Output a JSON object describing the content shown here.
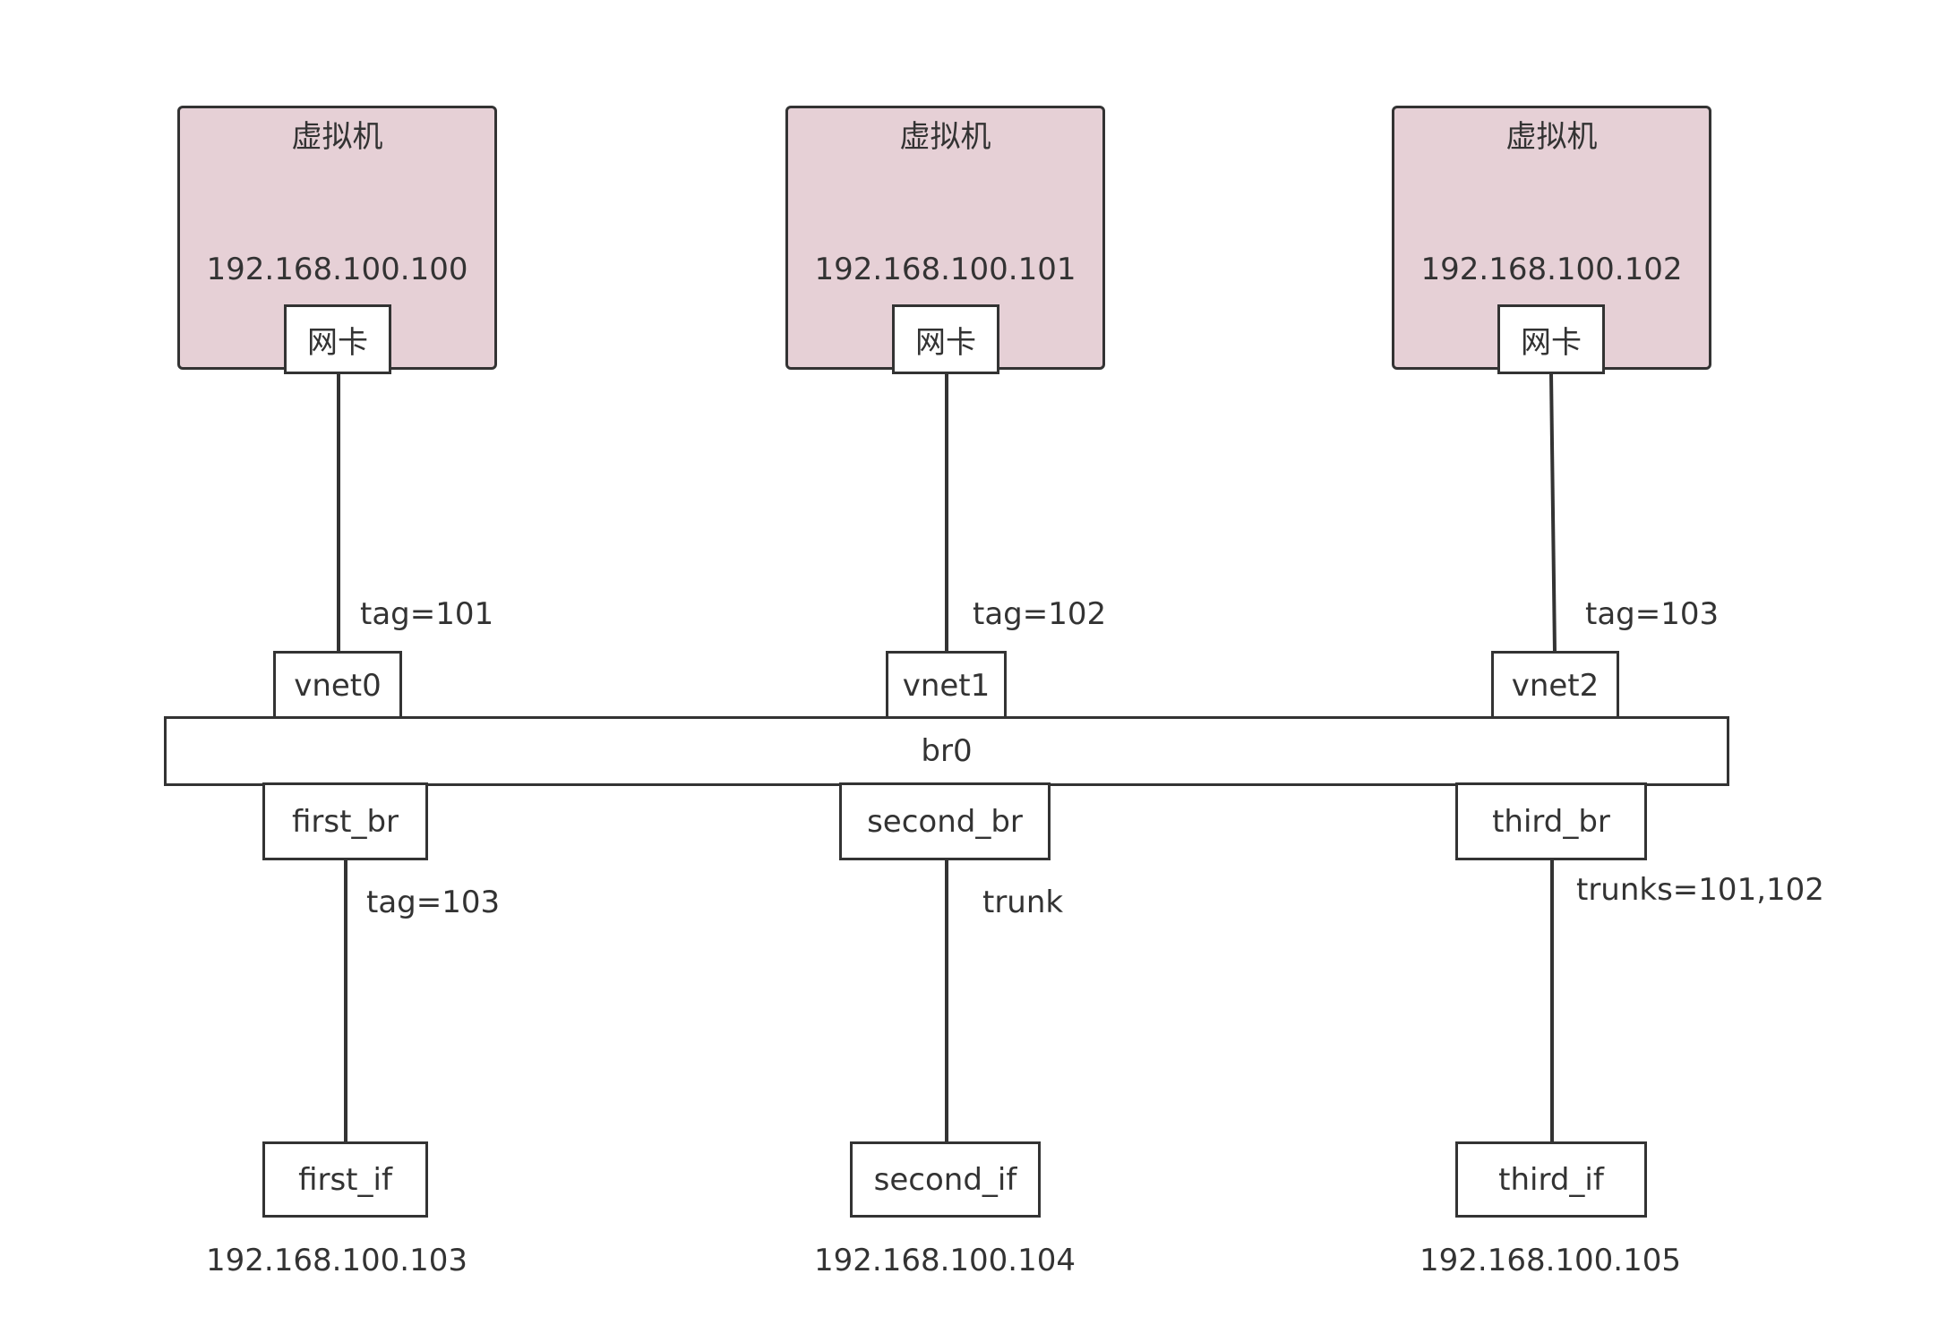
{
  "vms": [
    {
      "title": "虚拟机",
      "ip": "192.168.100.100",
      "nic": "网卡"
    },
    {
      "title": "虚拟机",
      "ip": "192.168.100.101",
      "nic": "网卡"
    },
    {
      "title": "虚拟机",
      "ip": "192.168.100.102",
      "nic": "网卡"
    }
  ],
  "vnets": [
    {
      "name": "vnet0",
      "tag": "tag=101"
    },
    {
      "name": "vnet1",
      "tag": "tag=102"
    },
    {
      "name": "vnet2",
      "tag": "tag=103"
    }
  ],
  "bridge": {
    "name": "br0"
  },
  "ports": [
    {
      "name": "first_br",
      "mode": "tag=103",
      "iface": "first_if",
      "ip": "192.168.100.103"
    },
    {
      "name": "second_br",
      "mode": "trunk",
      "iface": "second_if",
      "ip": "192.168.100.104"
    },
    {
      "name": "third_br",
      "mode": "trunks=101,102",
      "iface": "third_if",
      "ip": "192.168.100.105"
    }
  ],
  "colors": {
    "vm_fill": "#e6d0d6",
    "stroke": "#333333",
    "text": "#333333"
  }
}
